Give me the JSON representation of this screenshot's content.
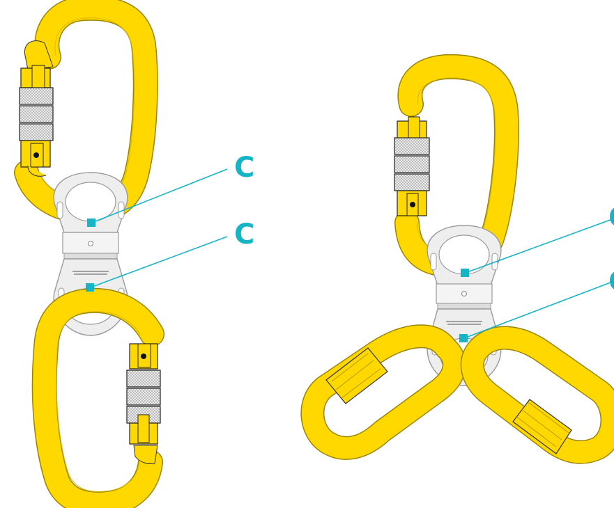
{
  "callouts": {
    "left_top": "C",
    "left_bottom": "C",
    "right_top": "C",
    "right_bottom": "C"
  },
  "colors": {
    "carabiner_yellow": "#FFD800",
    "carabiner_outline": "#9a8400",
    "swivel_fill": "#eeeeee",
    "swivel_outline": "#9a9a9a",
    "callout_teal": "#15B5C6",
    "sleeve_grey": "#c8c8c8"
  },
  "icons": {
    "carabiner": "screwgate-carabiner-icon",
    "swivel": "double-swivel-icon",
    "quicklink": "quick-link-icon",
    "callout_marker": "square-marker-icon"
  }
}
